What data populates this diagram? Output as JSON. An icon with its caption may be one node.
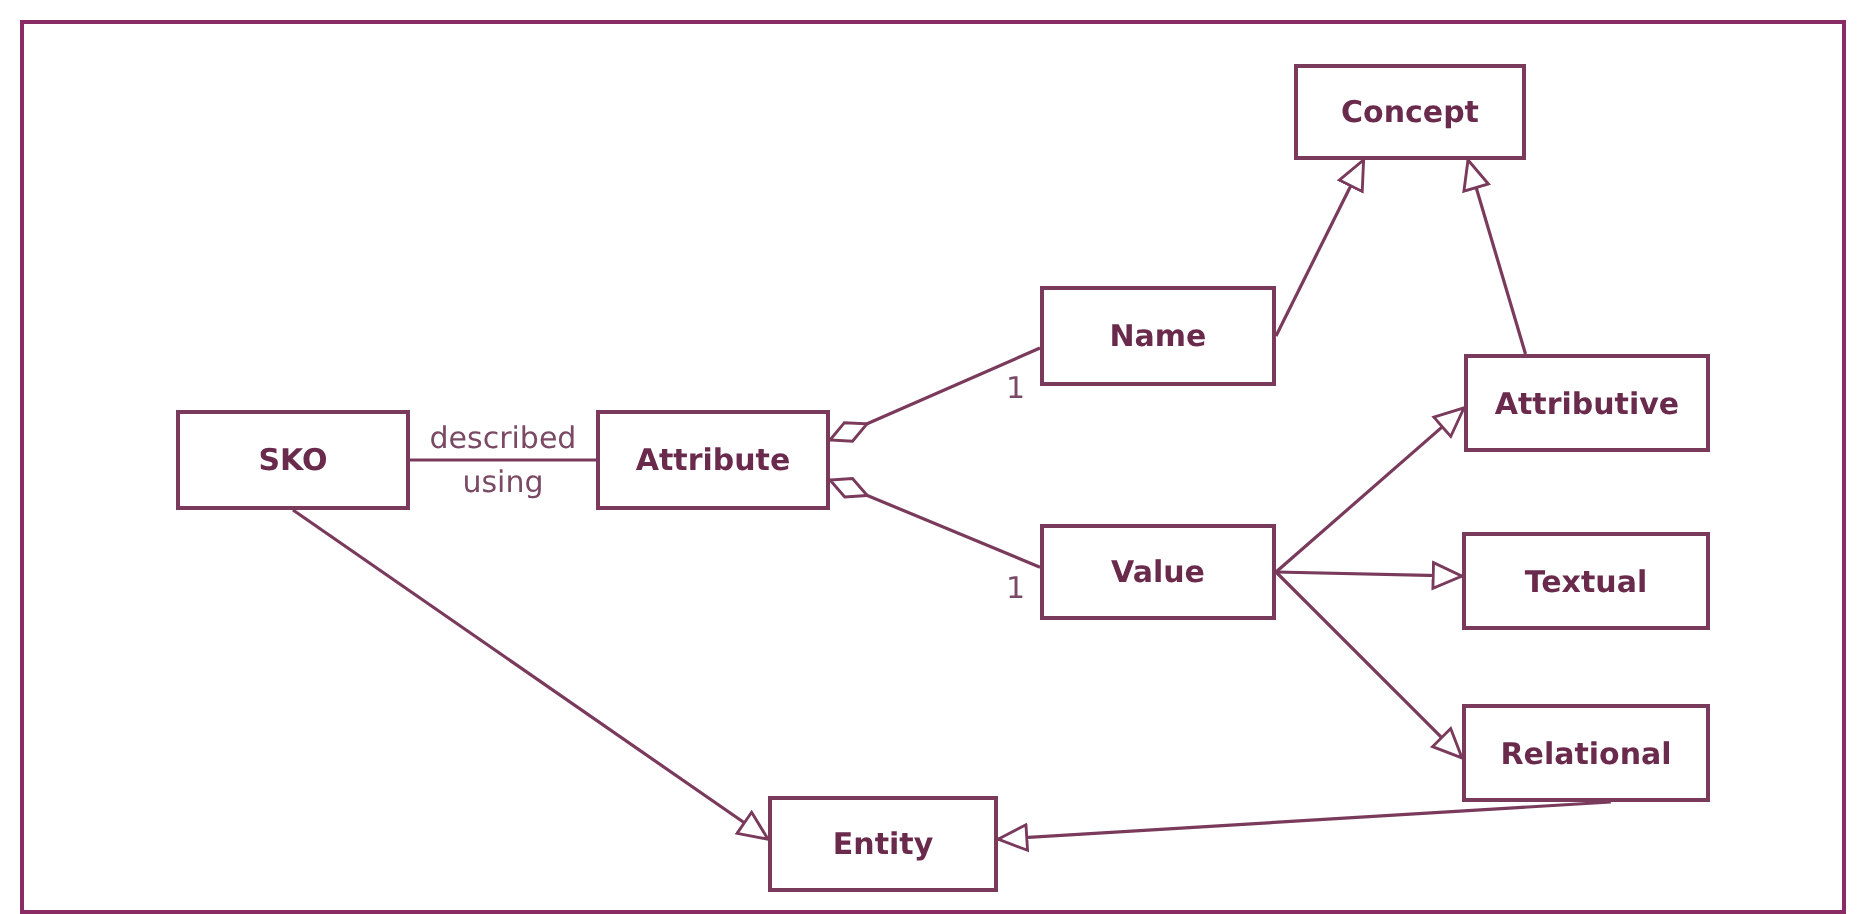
{
  "diagram": {
    "nodes": [
      {
        "text": [
          "SKO"
        ]
      },
      {
        "text": [
          "Attribute"
        ]
      },
      {
        "text": [
          "Name"
        ]
      },
      {
        "text": [
          "Value"
        ]
      },
      {
        "text": [
          "Concept"
        ]
      },
      {
        "text": [
          "Attributive"
        ]
      },
      {
        "text": [
          "Textual"
        ]
      },
      {
        "text": [
          "Relational"
        ]
      },
      {
        "text": [
          "Entity"
        ]
      }
    ],
    "edges": [
      {
        "from": 0,
        "to": 1,
        "arrow": "none",
        "label": "described using"
      },
      {
        "from": 1,
        "to": 2,
        "arrow": "other"
      },
      {
        "from": 1,
        "to": 3,
        "arrow": "other"
      },
      {
        "from": 2,
        "to": 4,
        "arrow": "to"
      },
      {
        "from": 5,
        "to": 4,
        "arrow": "to"
      },
      {
        "from": 3,
        "to": 5,
        "arrow": "to"
      },
      {
        "from": 3,
        "to": 6,
        "arrow": "to"
      },
      {
        "from": 3,
        "to": 7,
        "arrow": "to"
      },
      {
        "from": 0,
        "to": 8,
        "arrow": "to"
      },
      {
        "from": 7,
        "to": 8,
        "arrow": "to"
      }
    ],
    "labels": [
      "1",
      "1"
    ]
  }
}
